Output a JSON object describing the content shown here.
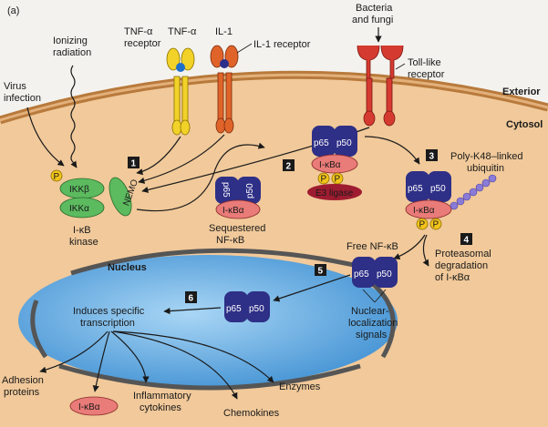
{
  "panel_label": "(a)",
  "regions": {
    "exterior": "Exterior",
    "cytosol": "Cytosol",
    "nucleus": "Nucleus"
  },
  "stimuli": {
    "ionizing": [
      "Ionizing",
      "radiation"
    ],
    "virus": [
      "Virus",
      "infection"
    ],
    "tnf_receptor": [
      "TNF-α",
      "receptor"
    ],
    "tnf": "TNF-α",
    "il1": "IL-1",
    "il1_receptor": "IL-1 receptor",
    "bacteria": [
      "Bacteria",
      "and fungi"
    ],
    "toll": [
      "Toll-like",
      "receptor"
    ]
  },
  "steps": [
    "1",
    "2",
    "3",
    "4",
    "5",
    "6"
  ],
  "proteins": {
    "p65": "p65",
    "p50": "p50",
    "ikb": "I-κBα",
    "ikkb": "IKKβ",
    "ikka": "IKKα",
    "nemo": "NEMO",
    "e3": "E3 ligase",
    "p": "P"
  },
  "labels": {
    "ikb_kinase": [
      "I-κB",
      "kinase"
    ],
    "sequestered": [
      "Sequestered",
      "NF-κB"
    ],
    "ubiquitin": [
      "Poly-K48–linked",
      "ubiquitin"
    ],
    "free_nfkb": "Free NF-κB",
    "proteasomal": [
      "Proteasomal",
      "degradation",
      "of I-κBα"
    ],
    "nls": [
      "Nuclear-",
      "localization",
      "signals"
    ],
    "induces": [
      "Induces specific",
      "transcription"
    ],
    "adhesion": [
      "Adhesion",
      "proteins"
    ],
    "ikb_product": "I-κBα",
    "inflammatory": [
      "Inflammatory",
      "cytokines"
    ],
    "chemokines": "Chemokines",
    "enzymes": "Enzymes"
  },
  "colors": {
    "exterior": "#f4f2ee",
    "cytosol": "#f1c99a",
    "membrane": "#b87a3c",
    "nucleus": "#6fb3e6",
    "nf_protein": "#2e2f86",
    "ikb": "#e97b78",
    "ikk": "#5cba5f",
    "phospho": "#f2c31a",
    "e3": "#9e1c30",
    "ubiquitin": "#8a7bd8",
    "tnf_receptor": "#f2d228",
    "il1_receptor": "#e0642a",
    "toll_receptor": "#d53a30",
    "step_box": "#1a1a1a"
  }
}
